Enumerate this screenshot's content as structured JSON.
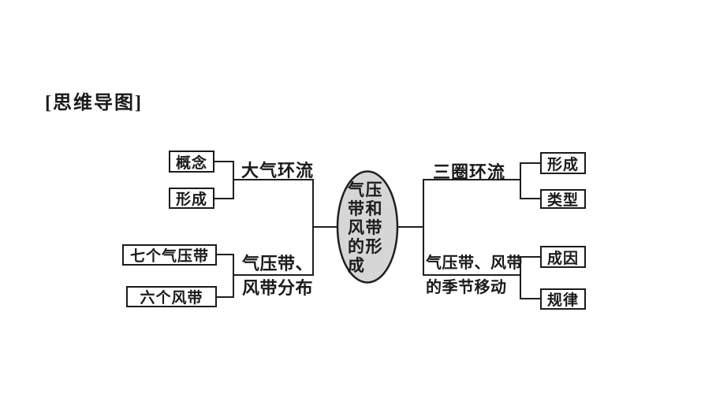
{
  "title": "[思维导图]",
  "colors": {
    "background": "#ffffff",
    "line": "#1f1f1f",
    "ellipse_fill": "#d6d6d6",
    "text": "#1a1a1a"
  },
  "center": {
    "label": "气压带和风带的形成",
    "display": "气压\n带和\n风带\n的形\n成"
  },
  "branches": {
    "left_top": {
      "label": "大气环流",
      "children": [
        "概念",
        "形成"
      ]
    },
    "left_bottom": {
      "label": "气压带、\n风带分布",
      "children": [
        "七个气压带",
        "六个风带"
      ]
    },
    "right_top": {
      "label": "三圈环流",
      "children": [
        "形成",
        "类型"
      ]
    },
    "right_bottom": {
      "label": "气压带、风带\n的季节移动",
      "children": [
        "成因",
        "规律"
      ]
    }
  }
}
